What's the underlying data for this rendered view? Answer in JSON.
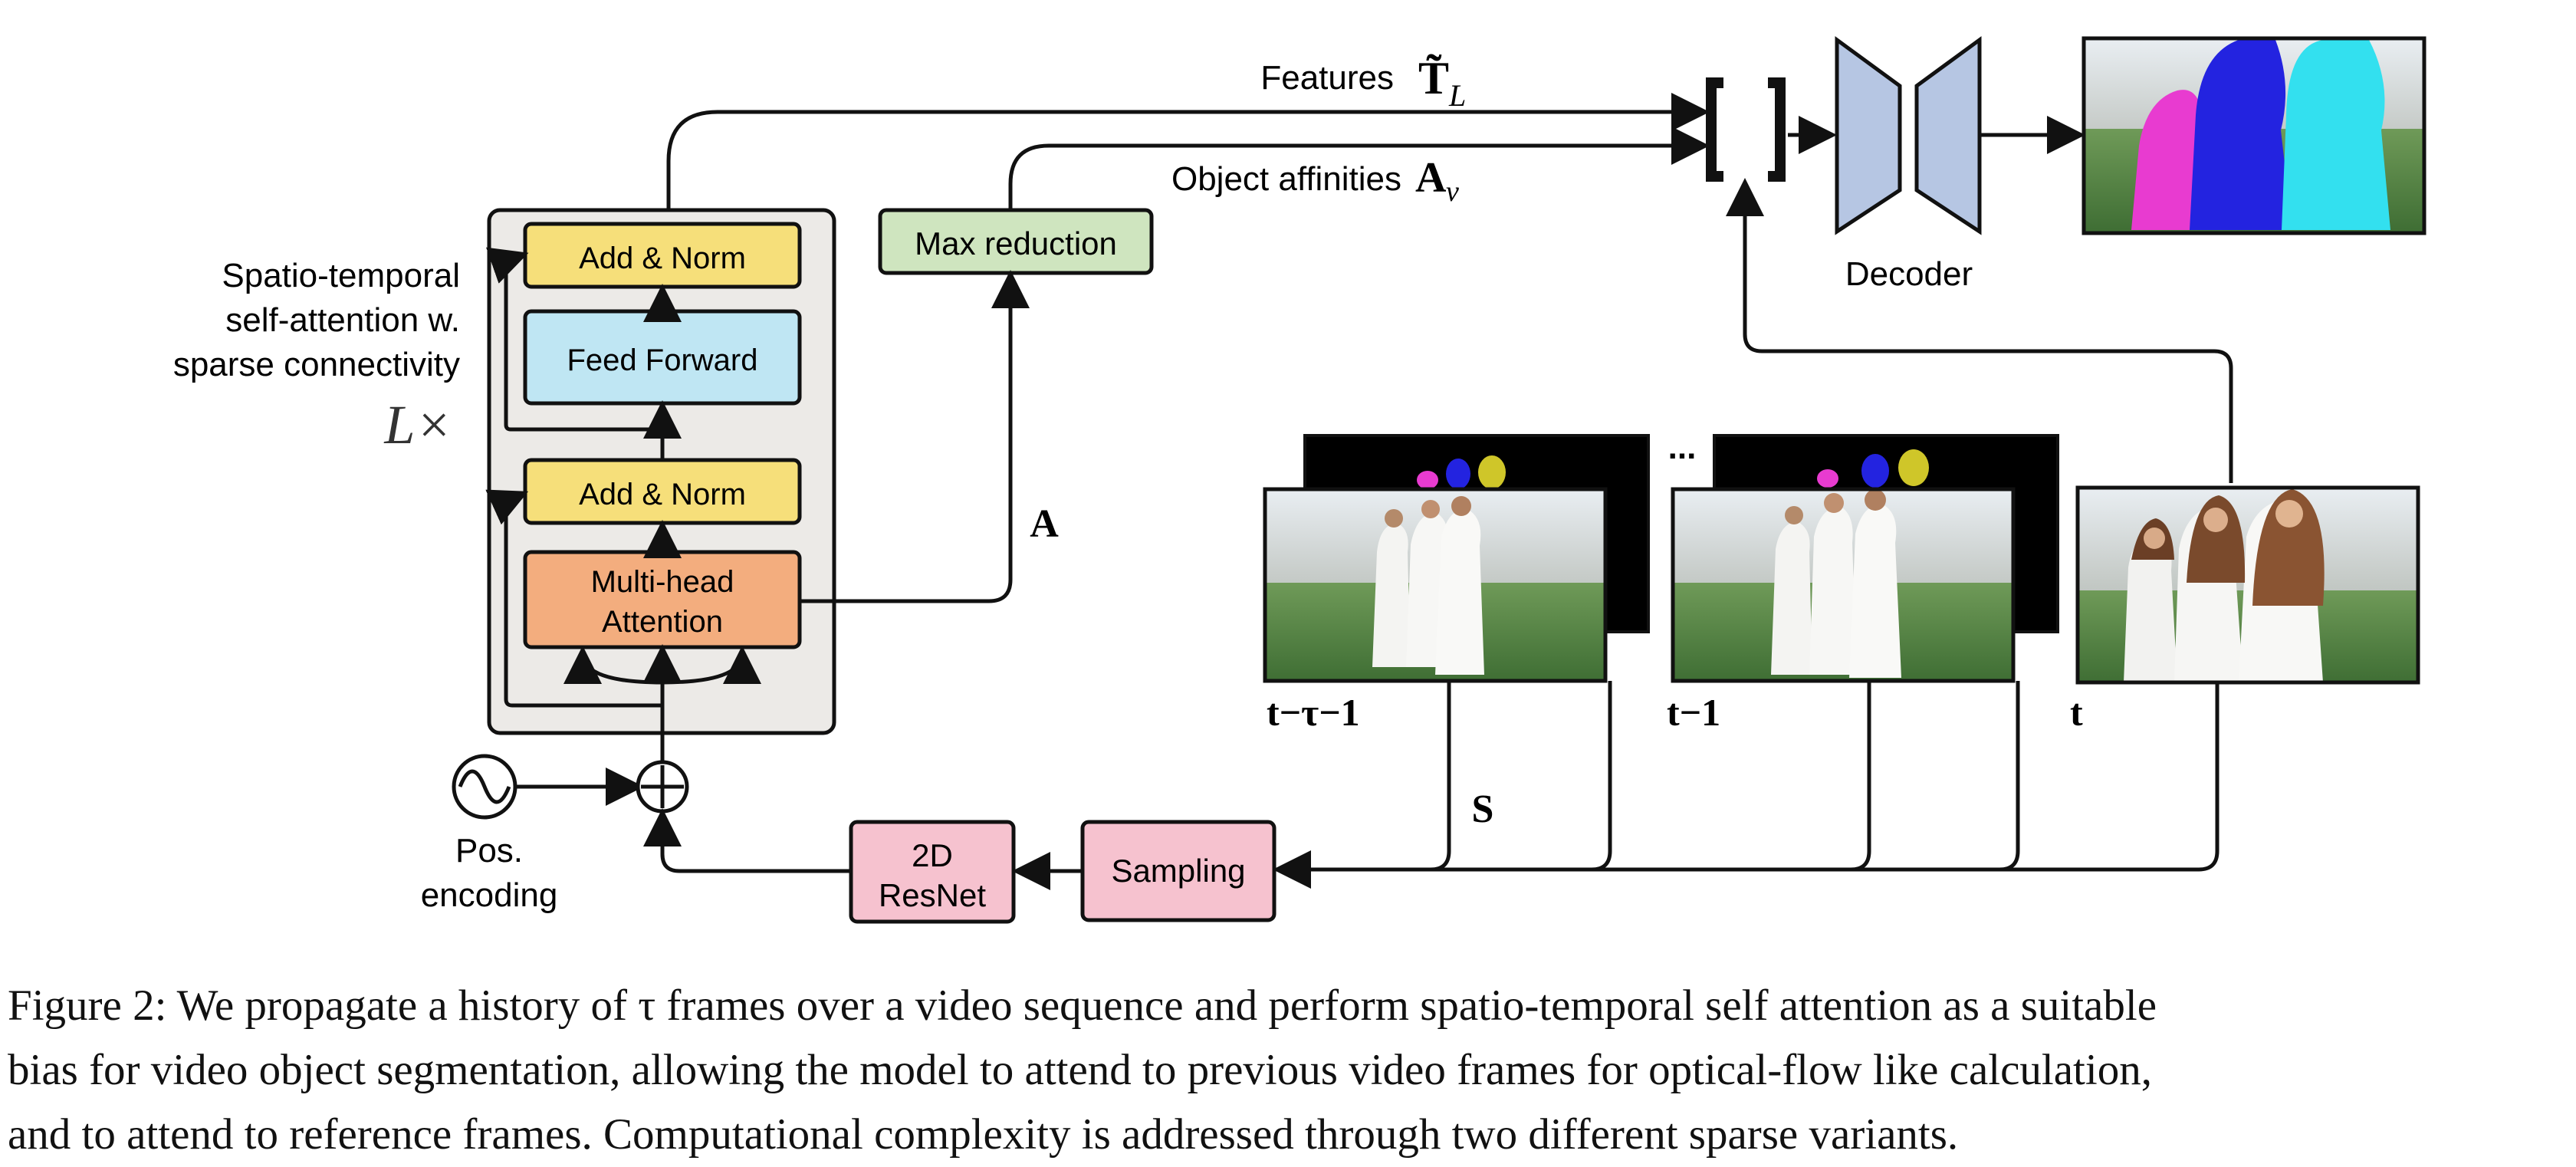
{
  "diagram": {
    "transformer_side_label_lines": [
      "Spatio-temporal",
      "self-attention w.",
      "sparse connectivity"
    ],
    "layers_label": "L×",
    "blocks": {
      "add_norm_top": "Add & Norm",
      "feed_forward": "Feed Forward",
      "add_norm_bottom": "Add & Norm",
      "multihead_line1": "Multi-head",
      "multihead_line2": "Attention",
      "max_reduction": "Max reduction",
      "resnet_line1": "2D",
      "resnet_line2": "ResNet",
      "sampling": "Sampling",
      "decoder": "Decoder"
    },
    "features_label": "Features",
    "features_symbol": "T̃",
    "features_subscript": "L",
    "affinities_label": "Object affinities",
    "affinities_symbol": "A",
    "affinities_subscript": "v",
    "attention_output_label": "A",
    "sampling_label": "S",
    "pos_encoding_lines": [
      "Pos.",
      "encoding"
    ],
    "concat_symbol": "[ ]",
    "ellipsis": "...",
    "frame_labels": [
      "t−τ−1",
      "t−1",
      "t"
    ],
    "colors": {
      "add_norm": "#f6df7a",
      "feed_forward": "#bfe6f3",
      "multihead": "#f3ad7e",
      "max_reduction": "#cfe5bf",
      "resnet": "#f6c2cf",
      "sampling": "#f6c2cf",
      "decoder": "#b6c6e3",
      "encoder_bg": "#eceae7",
      "mask_magenta": "#e83bd0",
      "mask_blue": "#2323e0",
      "mask_cyan": "#33e0ef",
      "mask_yellow": "#cfc629"
    }
  },
  "caption": {
    "text": "Figure 2: We propagate a history of τ frames over a video sequence and perform spatio-temporal self attention as a suitable\nbias for video object segmentation, allowing the model to attend to previous video frames for optical-flow like calculation,\nand to attend to reference frames. Computational complexity is addressed through two different sparse variants."
  }
}
